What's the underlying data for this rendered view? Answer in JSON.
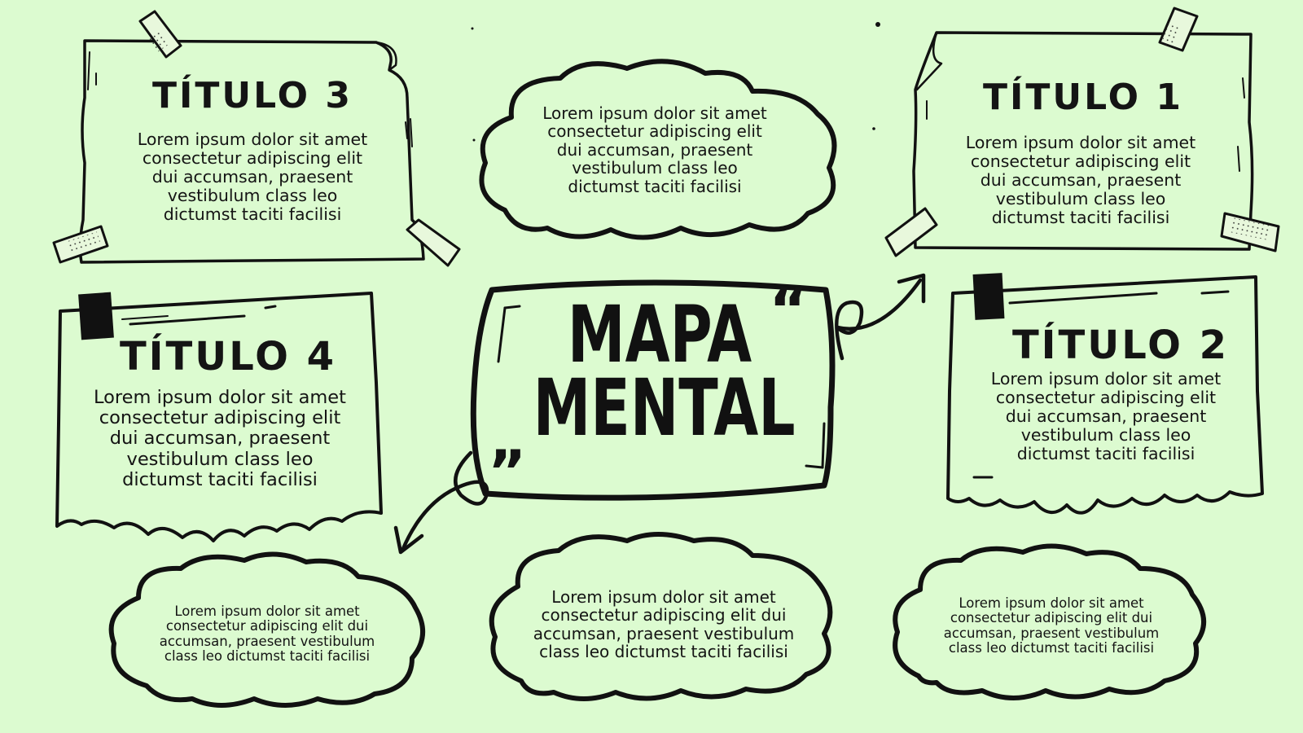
{
  "theme": {
    "background": "#dcfbd0",
    "ink": "#111111",
    "tape_fill": "#e8f8dc"
  },
  "center": {
    "title": "MAPA\nMENTAL",
    "quote_open": "“",
    "quote_close": "„"
  },
  "cards": {
    "titulo3": {
      "title": "TÍTULO 3",
      "body": "Lorem ipsum dolor sit amet\nconsectetur adipiscing elit\ndui accumsan, praesent\nvestibulum class leo\ndictumst taciti facilisi"
    },
    "titulo1": {
      "title": "TÍTULO 1",
      "body": "Lorem ipsum dolor sit amet\nconsectetur adipiscing elit\ndui accumsan, praesent\nvestibulum class leo\ndictumst taciti facilisi"
    },
    "titulo4": {
      "title": "TÍTULO 4",
      "body": "Lorem ipsum dolor sit amet\nconsectetur adipiscing elit\ndui accumsan, praesent\nvestibulum class leo\ndictumst taciti facilisi"
    },
    "titulo2": {
      "title": "TÍTULO 2",
      "body": "Lorem ipsum dolor sit amet\nconsectetur adipiscing elit\ndui accumsan, praesent\nvestibulum class leo\ndictumst taciti facilisi"
    }
  },
  "clouds": {
    "top": {
      "body": "Lorem ipsum dolor sit amet\nconsectetur adipiscing elit\ndui accumsan, praesent\nvestibulum class leo\ndictumst taciti facilisi"
    },
    "bottom_left": {
      "body": "Lorem ipsum dolor sit amet\nconsectetur adipiscing elit dui\naccumsan, praesent vestibulum\nclass leo dictumst taciti facilisi"
    },
    "bottom_middle": {
      "body": "Lorem ipsum dolor sit amet\nconsectetur adipiscing elit dui\naccumsan, praesent vestibulum\nclass leo dictumst taciti facilisi"
    },
    "bottom_right": {
      "body": "Lorem ipsum dolor sit amet\nconsectetur adipiscing elit dui\naccumsan, praesent vestibulum\nclass leo dictumst taciti facilisi"
    }
  }
}
